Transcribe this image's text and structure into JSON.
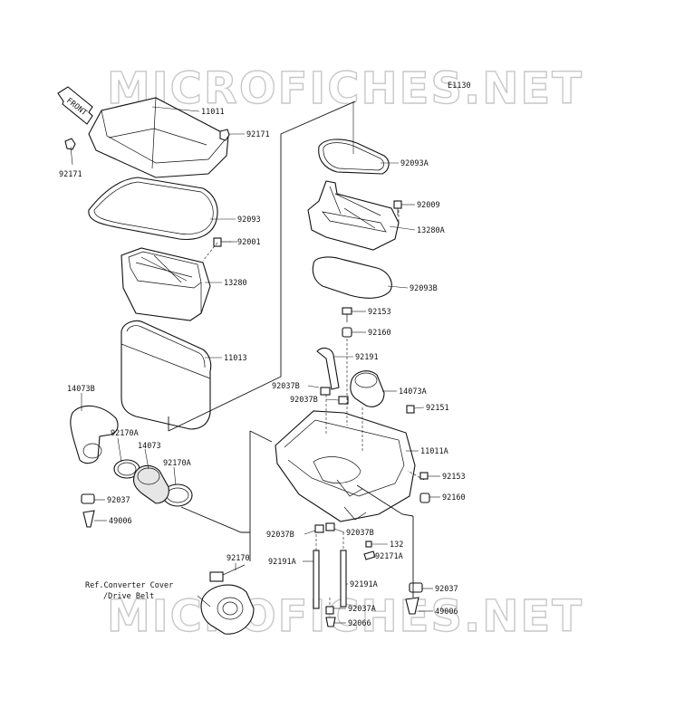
{
  "watermark": "MICROFICHES.NET",
  "diagram_code": "E1130",
  "front_label": "FRONT",
  "reference_note": {
    "line1": "Ref.Converter Cover",
    "line2": "/Drive Belt"
  },
  "callouts": [
    {
      "id": "11011",
      "text": "11011"
    },
    {
      "id": "92171-top",
      "text": "92171"
    },
    {
      "id": "92171-left",
      "text": "92171"
    },
    {
      "id": "92093",
      "text": "92093"
    },
    {
      "id": "92001",
      "text": "92001"
    },
    {
      "id": "13280",
      "text": "13280"
    },
    {
      "id": "11013",
      "text": "11013"
    },
    {
      "id": "14073B",
      "text": "14073B"
    },
    {
      "id": "92170A-1",
      "text": "92170A"
    },
    {
      "id": "14073",
      "text": "14073"
    },
    {
      "id": "92170A-2",
      "text": "92170A"
    },
    {
      "id": "92037-left",
      "text": "92037"
    },
    {
      "id": "49006-left",
      "text": "49006"
    },
    {
      "id": "92093A",
      "text": "92093A"
    },
    {
      "id": "92009",
      "text": "92009"
    },
    {
      "id": "13280A",
      "text": "13280A"
    },
    {
      "id": "92093B",
      "text": "92093B"
    },
    {
      "id": "92153-top",
      "text": "92153"
    },
    {
      "id": "92160-top",
      "text": "92160"
    },
    {
      "id": "92191",
      "text": "92191"
    },
    {
      "id": "92037B-1",
      "text": "92037B"
    },
    {
      "id": "92037B-2",
      "text": "92037B"
    },
    {
      "id": "14073A",
      "text": "14073A"
    },
    {
      "id": "92151",
      "text": "92151"
    },
    {
      "id": "11011A",
      "text": "11011A"
    },
    {
      "id": "92153-mid",
      "text": "92153"
    },
    {
      "id": "92160-mid",
      "text": "92160"
    },
    {
      "id": "92037B-3",
      "text": "92037B"
    },
    {
      "id": "92037B-4",
      "text": "92037B"
    },
    {
      "id": "132",
      "text": "132"
    },
    {
      "id": "92171A",
      "text": "92171A"
    },
    {
      "id": "92191A-1",
      "text": "92191A"
    },
    {
      "id": "92191A-2",
      "text": "92191A"
    },
    {
      "id": "92037-right",
      "text": "92037"
    },
    {
      "id": "92037A",
      "text": "92037A"
    },
    {
      "id": "49006-right",
      "text": "49006"
    },
    {
      "id": "92066",
      "text": "92066"
    },
    {
      "id": "92170",
      "text": "92170"
    }
  ]
}
